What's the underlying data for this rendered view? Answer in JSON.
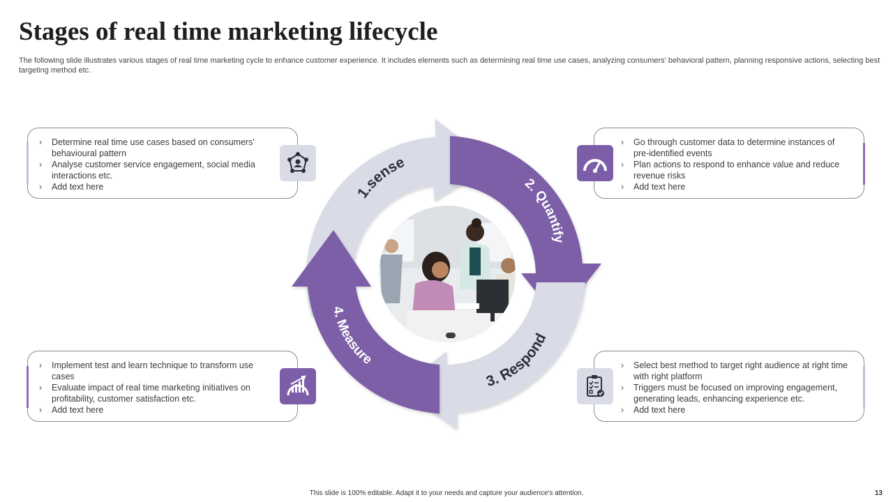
{
  "slide": {
    "title": "Stages of real time marketing lifecycle",
    "subtitle": "The following slide illustrates various stages of real time marketing cycle to enhance customer experience. It includes elements such as determining real time use cases, analyzing consumers' behavioral pattern, planning responsive actions, selecting best targeting method etc.",
    "footer": "This slide is 100% editable. Adapt it to your needs and capture your audience's attention.",
    "page_number": "13"
  },
  "colors": {
    "purple": "#7b5ea7",
    "lavender": "#d9dce6",
    "accent_purple": "#8d6db8",
    "accent_gray": "#b9c3d3"
  },
  "stages": [
    {
      "label": "1.sense"
    },
    {
      "label": "2. Quantify"
    },
    {
      "label": "3. Respond"
    },
    {
      "label": "4. Measure"
    }
  ],
  "boxes": {
    "top_left": {
      "icon": "network-people-icon",
      "items": [
        "Determine real time use cases based on consumers' behavioural pattern",
        "Analyse customer service engagement, social media interactions etc.",
        "Add text here"
      ]
    },
    "top_right": {
      "icon": "gauge-icon",
      "items": [
        "Go through customer data to determine instances of pre-identified events",
        "Plan actions to respond to enhance value and reduce revenue risks",
        "Add text here"
      ]
    },
    "bottom_left": {
      "icon": "growth-chart-gauge-icon",
      "items": [
        "Implement test and learn technique to transform use cases",
        "Evaluate impact of real time marketing initiatives on profitability, customer satisfaction etc.",
        "Add text here"
      ]
    },
    "bottom_right": {
      "icon": "checklist-icon",
      "items": [
        "Select best method to target right audience at right time with right platform",
        "Triggers must be focused on improving engagement, generating leads, enhancing experience etc.",
        "Add text here"
      ]
    }
  }
}
